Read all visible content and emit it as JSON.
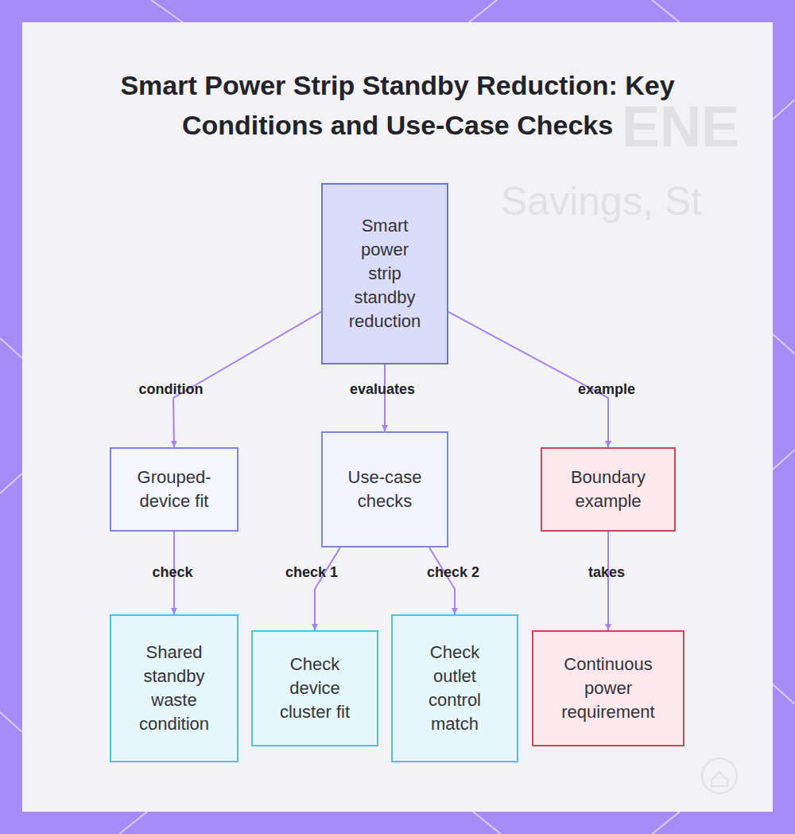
{
  "diagram": {
    "title": "Smart Power Strip Standby Reduction: Key Conditions and Use-Case Checks",
    "nodes": [
      {
        "text": [
          "Smart power strip standby reduction"
        ]
      },
      {
        "text": [
          "Grouped-device fit"
        ]
      },
      {
        "text": [
          "Use-case checks"
        ]
      },
      {
        "text": [
          "Boundary example"
        ]
      },
      {
        "text": [
          "Shared standby waste condition"
        ]
      },
      {
        "text": [
          "Check device cluster fit"
        ]
      },
      {
        "text": [
          "Check outlet control match"
        ]
      },
      {
        "text": [
          "Continuous power requirement"
        ]
      }
    ],
    "edges": [
      {
        "from": 0,
        "to": 1,
        "label": "condition",
        "arrow": "to"
      },
      {
        "from": 0,
        "to": 2,
        "label": "evaluates",
        "arrow": "to"
      },
      {
        "from": 0,
        "to": 3,
        "label": "example",
        "arrow": "to"
      },
      {
        "from": 1,
        "to": 4,
        "label": "check",
        "arrow": "to"
      },
      {
        "from": 2,
        "to": 5,
        "label": "check 1",
        "arrow": "to"
      },
      {
        "from": 2,
        "to": 6,
        "label": "check 2",
        "arrow": "to"
      },
      {
        "from": 3,
        "to": 7,
        "label": "takes",
        "arrow": "to"
      }
    ],
    "labels": [
      "ENE",
      "Savings, St"
    ]
  }
}
